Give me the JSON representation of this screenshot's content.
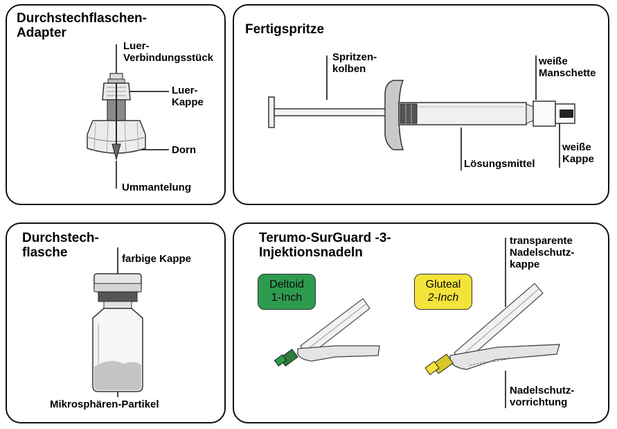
{
  "panels": {
    "adapter": {
      "title": "Durchstechflaschen-\nAdapter",
      "labels": {
        "luer_connector": "Luer-\nVerbindungsstück",
        "luer_cap": "Luer-\nKappe",
        "spike": "Dorn",
        "casing": "Ummantelung"
      }
    },
    "syringe": {
      "title": "Fertigspritze",
      "labels": {
        "plunger": "Spritzen-\nkolben",
        "white_collar": "weiße\nManschette",
        "solvent": "Lösungsmittel",
        "white_cap": "weiße\nKappe"
      }
    },
    "vial": {
      "title": "Durchstech-\nflasche",
      "labels": {
        "colored_cap": "farbige Kappe",
        "microspheres": "Mikrosphären-Partikel"
      }
    },
    "needles": {
      "title": "Terumo-SurGuard  -3-\nInjektionsnadeln",
      "badges": {
        "deltoid": {
          "line1": "Deltoid",
          "line2": "1-Inch",
          "color": "#2e9a4e"
        },
        "gluteal": {
          "line1": "Gluteal",
          "line2": "2-Inch",
          "color": "#f4e33a"
        }
      },
      "labels": {
        "needle_cap": "transparente\nNadelschutz-\nkappe",
        "safety_device": "Nadelschutz-\nvorrichtung"
      }
    }
  }
}
